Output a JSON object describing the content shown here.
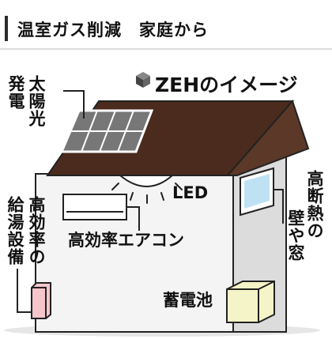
{
  "header": {
    "title": "温室ガス削減　家庭から"
  },
  "diagram": {
    "zeh_label": "ZEHのイメージ",
    "solar_label": "太陽光",
    "power_label": "発電",
    "led_label": "LED",
    "aircon_label": "高効率エアコン",
    "water_heater_label": "高効率の給湯設備",
    "insulation_label": "高断熱の壁や窓",
    "battery_label": "蓄電池"
  },
  "colors": {
    "roof": "#4a2b1e",
    "wall": "#f4f4f4",
    "side_wall": "#dedede",
    "window": "#bfe1f4",
    "battery": "#f4f4c8",
    "water_heater": "#f4c6cc"
  }
}
